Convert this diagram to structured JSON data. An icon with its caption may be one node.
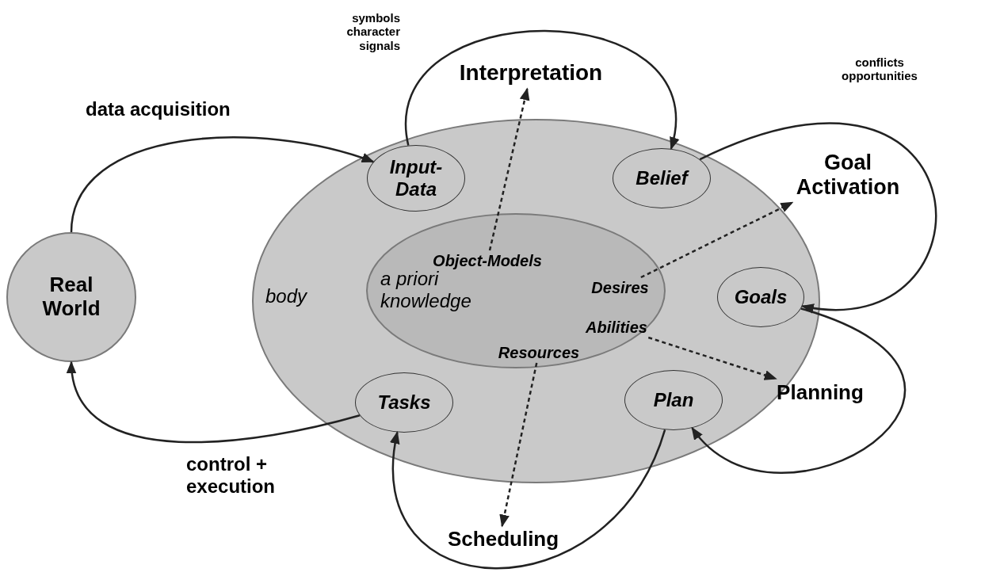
{
  "diagram": {
    "nodes": [
      {
        "text": [
          "Real World"
        ]
      },
      {
        "text": [
          "body"
        ]
      },
      {
        "text": [
          "Input-Data"
        ],
        "in": 1
      },
      {
        "text": [
          "Belief"
        ],
        "in": 1
      },
      {
        "text": [
          "Goals"
        ],
        "in": 1
      },
      {
        "text": [
          "Tasks"
        ],
        "in": 1
      },
      {
        "text": [
          "Plan"
        ],
        "in": 1
      },
      {
        "text": [
          "a priori knowledge"
        ],
        "in": 1
      },
      {
        "text": [
          "Object-Models"
        ],
        "in": 7
      },
      {
        "text": [
          "Desires"
        ],
        "in": 7
      },
      {
        "text": [
          "Abilities"
        ],
        "in": 7
      },
      {
        "text": [
          "Resources"
        ],
        "in": 7
      },
      {
        "text": [
          "Interpretation"
        ]
      },
      {
        "text": [
          "Goal Activation"
        ]
      },
      {
        "text": [
          "Planning"
        ]
      },
      {
        "text": [
          "Scheduling"
        ]
      }
    ],
    "edges": [
      {
        "from": 0,
        "to": 2,
        "arrow": "to",
        "label": "data acquisition"
      },
      {
        "from": 2,
        "to": 3,
        "arrow": "to",
        "label": "symbols character signals"
      },
      {
        "from": 3,
        "to": 4,
        "arrow": "to",
        "label": "conflicts opportunities"
      },
      {
        "from": 4,
        "to": 6,
        "arrow": "to"
      },
      {
        "from": 6,
        "to": 5,
        "arrow": "to"
      },
      {
        "from": 5,
        "to": 0,
        "arrow": "to",
        "label": "control + execution"
      },
      {
        "from": 8,
        "to": 12,
        "arrow": "to",
        "style": "dashed"
      },
      {
        "from": 9,
        "to": 13,
        "arrow": "to",
        "style": "dashed"
      },
      {
        "from": 10,
        "to": 14,
        "arrow": "to",
        "style": "dashed"
      },
      {
        "from": 11,
        "to": 15,
        "arrow": "to",
        "style": "dashed"
      }
    ]
  }
}
